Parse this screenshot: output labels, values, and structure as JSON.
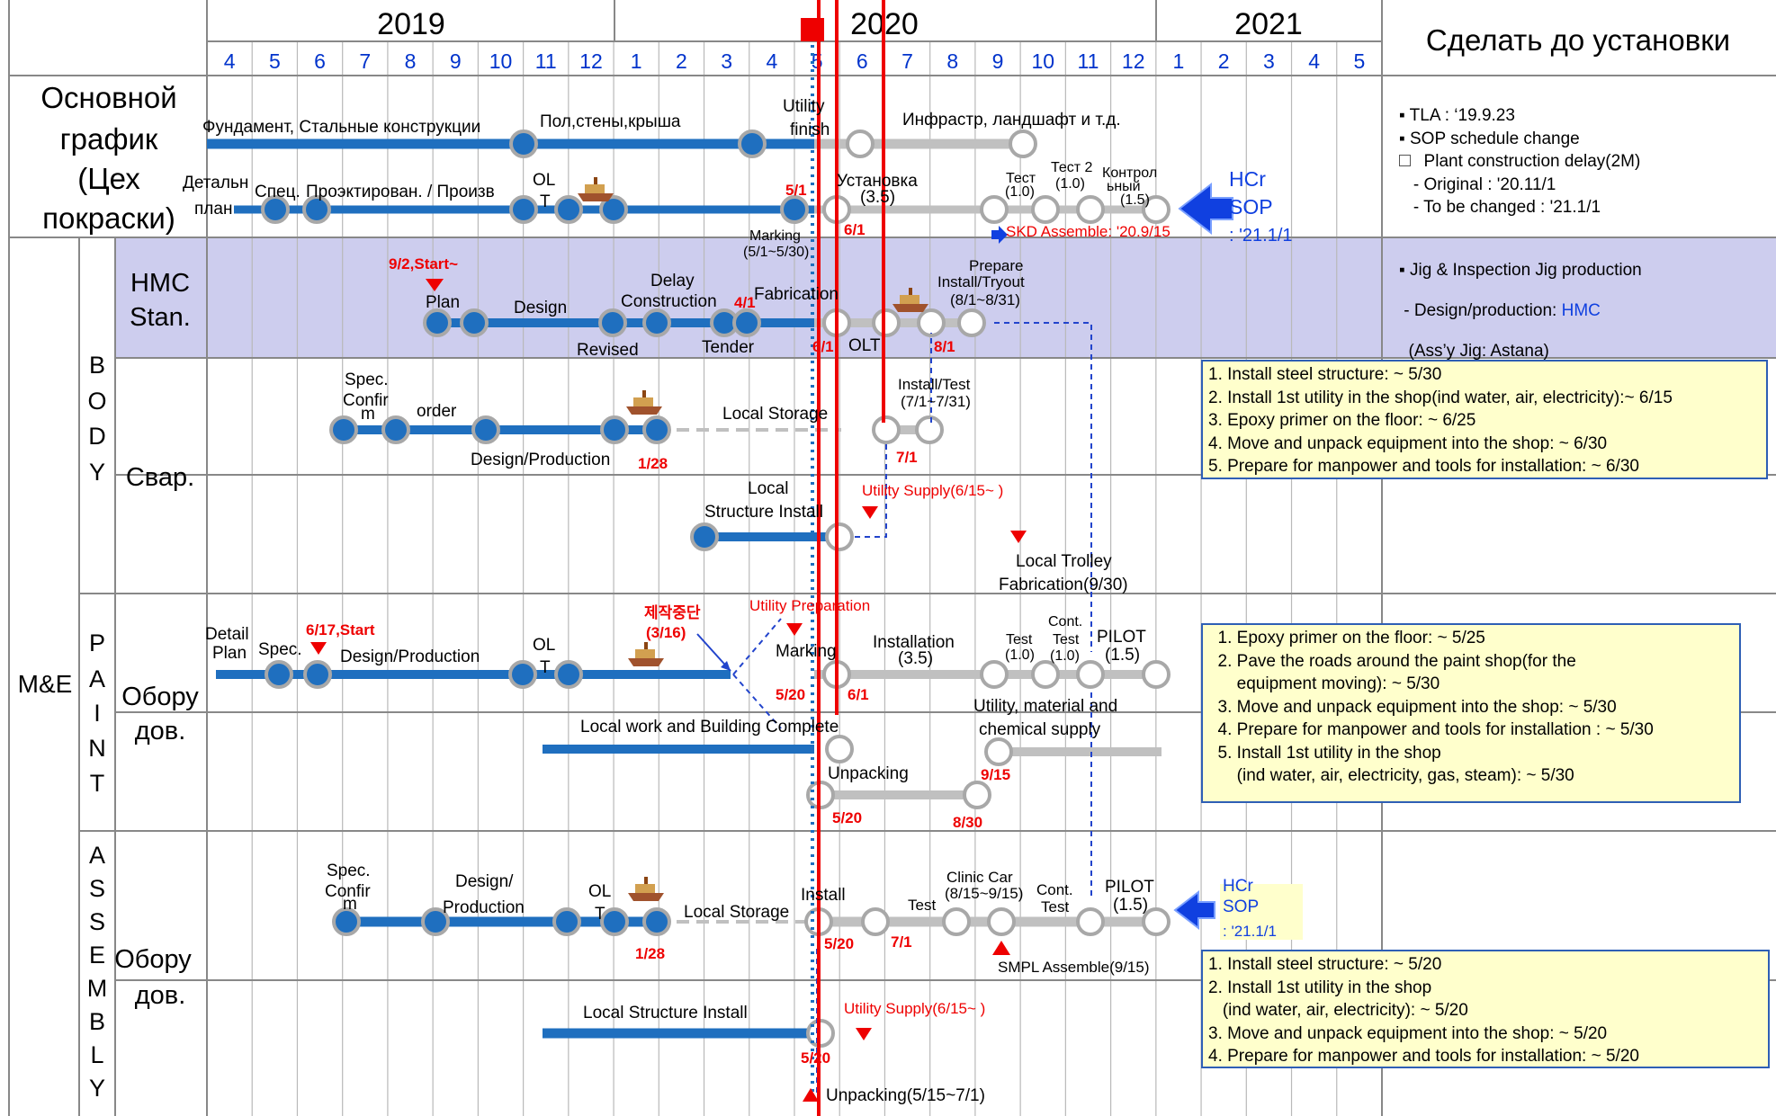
{
  "years": [
    {
      "label": "2019"
    },
    {
      "label": "2020"
    },
    {
      "label": "2021"
    }
  ],
  "months": [
    "4",
    "5",
    "6",
    "7",
    "8",
    "9",
    "10",
    "11",
    "12",
    "1",
    "2",
    "3",
    "4",
    "5",
    "6",
    "7",
    "8",
    "9",
    "10",
    "11",
    "12",
    "1",
    "2",
    "3",
    "4",
    "5"
  ],
  "right_header": "Сделать до установки",
  "row_labels": {
    "main": [
      "Основной",
      "график",
      "(Цех",
      "покраски)"
    ],
    "me": "M&E",
    "body_letters": [
      "B",
      "O",
      "D",
      "Y"
    ],
    "paint_letters": [
      "P",
      "A",
      "I",
      "N",
      "T"
    ],
    "assembly_letters": [
      "A",
      "S",
      "S",
      "E",
      "M",
      "B",
      "L",
      "Y"
    ],
    "hmc": [
      "HMC",
      "Stan."
    ],
    "weld": "Свар.",
    "equip_paint": [
      "Обору",
      "дов."
    ],
    "equip_asm": [
      "Обору",
      "дов."
    ]
  },
  "main_notes": [
    "▪ TLA : ‘19.9.23",
    "▪ SOP schedule change",
    "  Plant construction delay(2M)",
    "   - Original : '20.11/1",
    "   - To be changed : '21.1/1"
  ],
  "jig_notes": {
    "line1": "▪ Jig & Inspection Jig production",
    "line2_prefix": " - Design/production: ",
    "line2_hmc": "HMC",
    "line3": "  (Ass’y Jig: Astana)"
  },
  "weld_box": [
    "1. Install steel structure: ~ 5/30",
    "2. Install 1st utility in the shop(ind water, air, electricity):~ 6/15",
    "3. Epoxy primer on the floor: ~ 6/25",
    "4. Move and unpack equipment into the shop: ~ 6/30",
    "5. Prepare for manpower and tools for installation: ~ 6/30"
  ],
  "paint_box": [
    "  1. Epoxy primer on the floor: ~ 5/25",
    "  2. Pave the roads around the paint shop(for the",
    "      equipment moving): ~ 5/30",
    "  3. Move and unpack equipment into the shop: ~ 5/30",
    "  4. Prepare for manpower and tools for installation : ~ 5/30",
    "  5. Install 1st utility in the shop",
    "      (ind water, air, electricity, gas, steam): ~ 5/30"
  ],
  "asm_box": [
    "1. Install steel structure: ~ 5/20",
    "2. Install 1st utility in the shop",
    "   (ind water, air, electricity): ~ 5/20",
    "3. Move and unpack equipment into the shop: ~ 5/20",
    "4. Prepare for manpower and tools for installation: ~ 5/20"
  ],
  "hcr_sop": {
    "main": [
      "HCr",
      "SOP",
      ": '21.1/1"
    ],
    "asm": [
      "HCr",
      "SOP",
      ": '21.1/1"
    ]
  },
  "labels": {
    "main": {
      "fund": "Фундамент, Стальные конструкции",
      "walls": "Пол,стены,крыша",
      "utility1": "Utility",
      "utility2": "finish",
      "infra": "Инфрастр, ландшафт и т.д.",
      "detail1": "Детальн",
      "detail2": "план",
      "spec": "Спец.",
      "design": "Проэктирован. / Произв",
      "olt1": "OL",
      "olt2": "T",
      "d51": "5/1",
      "marking1": "Marking",
      "marking2": "(5/1~5/30)",
      "install1": "Установка",
      "install2": "(3.5)",
      "d61": "6/1",
      "test1a": "Тест",
      "test1b": "(1.0)",
      "test2a": "Тест 2",
      "test2b": "(1.0)",
      "ctrl1": "Контрол",
      "ctrl2": "ьный",
      "ctrl3": "(1.5)",
      "skd": "SKD Assemble: '20.9/15"
    },
    "hmc": {
      "start": "9/2,Start~",
      "plan": "Plan",
      "design": "Design",
      "revised": "Revised",
      "delay1": "Delay",
      "delay2": "Construction",
      "d41": "4/1",
      "tender": "Tender",
      "fab": "Fabrication",
      "d61": "6/1",
      "olt": "OLT",
      "d81": "8/1",
      "prep1": "Prepare",
      "prep2": "Install/Tryout",
      "prep3": "(8/1~8/31)"
    },
    "weld": {
      "spec1": "Spec.",
      "spec2": "Confir",
      "spec3": "m",
      "order": "order",
      "design": "Design/Production",
      "d128": "1/28",
      "storage": "Local Storage",
      "inst1": "Install/Test",
      "inst2": "(7/1~7/31)",
      "d71": "7/1",
      "local1": "Local",
      "local2": "Structure Install",
      "utility": "Utility Supply(6/15~ )",
      "trolley1": "Local Trolley",
      "trolley2": "Fabrication(9/30)"
    },
    "paint": {
      "detail1": "Detail",
      "detail2": "Plan",
      "spec": "Spec.",
      "start": "6/17,Start",
      "design": "Design/Production",
      "olt1": "OL",
      "olt2": "T",
      "stop1": "제작중단",
      "stop2": "(3/16)",
      "utilprep": "Utility Preparation",
      "marking": "Marking",
      "d520": "5/20",
      "d61": "6/1",
      "inst1": "Installation",
      "inst2": "(3.5)",
      "test1": "Test",
      "test2": "(1.0)",
      "cont1": "Cont.",
      "cont2": "Test",
      "cont3": "(1.0)",
      "pilot1": "PILOT",
      "pilot2": "(1.5)",
      "localwork": "Local work and Building Complete",
      "umc1": "Utility, material and",
      "umc2": "chemical supply",
      "d915": "9/15",
      "unpack": "Unpacking",
      "d520b": "5/20",
      "d830": "8/30"
    },
    "asm": {
      "spec1": "Spec.",
      "spec2": "Confir",
      "spec3": "m",
      "design1": "Design/",
      "design2": "Production",
      "olt1": "OL",
      "olt2": "T",
      "storage": "Local Storage",
      "d128": "1/28",
      "install": "Install",
      "d520": "5/20",
      "d71": "7/1",
      "test": "Test",
      "clinic1": "Clinic Car",
      "clinic2": "(8/15~9/15)",
      "cont1": "Cont.",
      "cont2": "Test",
      "pilot1": "PILOT",
      "pilot2": "(1.5)",
      "smpl": "SMPL Assemble(9/15)",
      "localstruct": "Local Structure Install",
      "utility": "Utility Supply(6/15~ )",
      "d520b": "5/20",
      "unpack": "Unpacking(5/15~7/1)"
    }
  },
  "colors": {
    "blue_bar": "#1f6fbf",
    "grey_bar": "#c0c0c0",
    "red": "#ee0000",
    "lavender": "#cdcdee",
    "note_bg": "#ffffcc",
    "month_blue": "#0033cc"
  }
}
